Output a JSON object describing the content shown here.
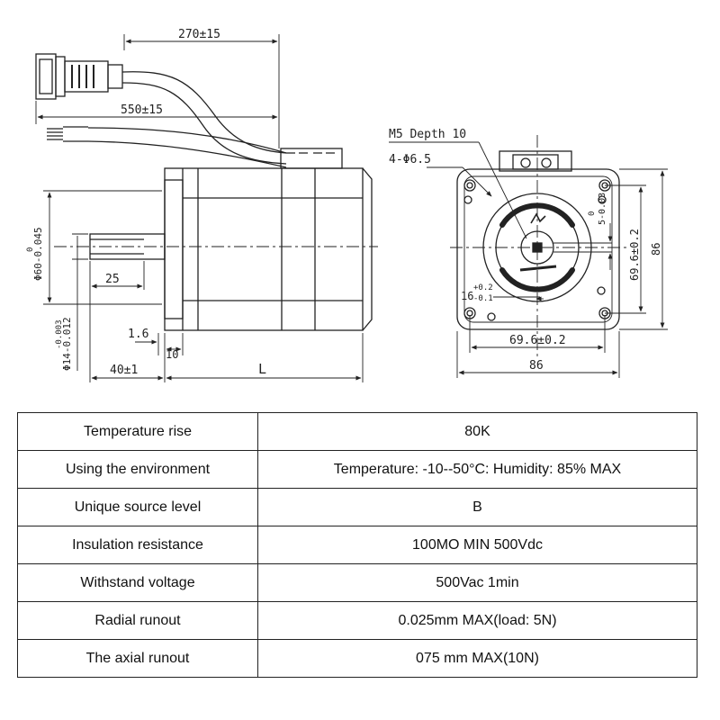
{
  "drawing": {
    "dims": {
      "cable_a": "270±15",
      "cable_b": "550±15",
      "flange_dia": "Φ60-0.045",
      "flange_dia_upper": "0",
      "shaft_dia": "Φ14-0.012",
      "shaft_dia_upper": "-0.003",
      "key_length": "25",
      "flange_thick": "1.6",
      "spigot": "10",
      "shaft_len": "40±1",
      "body_len": "L",
      "tapped_hole": "M5 Depth 10",
      "mount_holes": "4-Φ6.5",
      "key_height": "5-0.03",
      "key_height_upper": "0",
      "shaft_flat": "16",
      "shaft_flat_upper": "+0.2",
      "shaft_flat_lower": "-0.1",
      "hole_pitch_v": "69.6±0.2",
      "square_v": "86",
      "hole_pitch_h": "69.6±0.2",
      "square_h": "86"
    }
  },
  "specs": [
    {
      "label": "Temperature rise",
      "value": "80K"
    },
    {
      "label": "Using the environment",
      "value": "Temperature: -10--50°C: Humidity: 85% MAX"
    },
    {
      "label": "Unique source level",
      "value": "B"
    },
    {
      "label": "Insulation resistance",
      "value": "100MO MIN 500Vdc"
    },
    {
      "label": "Withstand voltage",
      "value": "500Vac 1min"
    },
    {
      "label": "Radial runout",
      "value": "0.025mm MAX(load: 5N)"
    },
    {
      "label": "The axial runout",
      "value": "075 mm MAX(10N)"
    }
  ]
}
